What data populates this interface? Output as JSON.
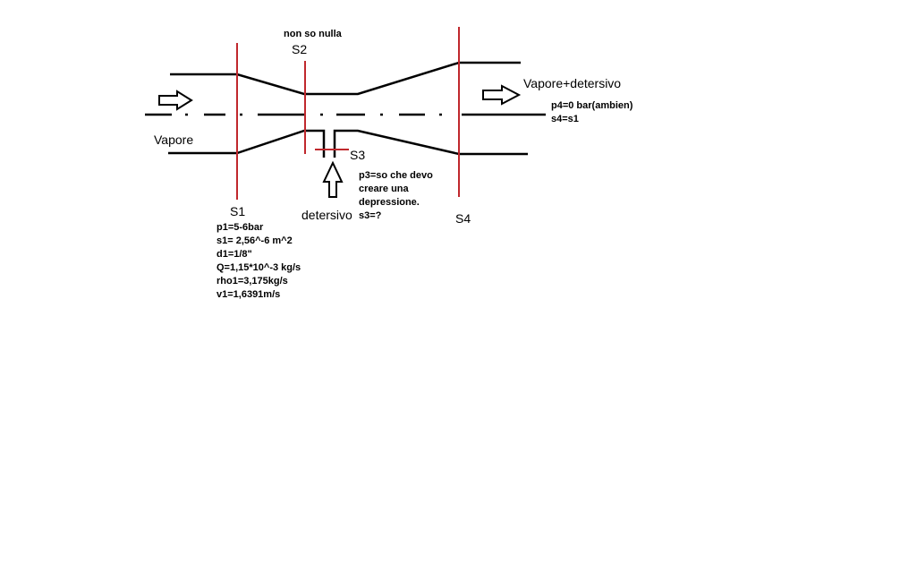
{
  "colors": {
    "section_line": "#c0282d",
    "pipe": "#000000",
    "background": "#ffffff"
  },
  "labels": {
    "top_note": "non so nulla",
    "s2": "S2",
    "s1": "S1",
    "s3": "S3",
    "s4": "S4",
    "inlet": "Vapore",
    "outlet": "Vapore+detersivo",
    "detergent": "detersivo"
  },
  "s1_notes": [
    "p1=5-6bar",
    "s1= 2,56^-6 m^2",
    "d1=1/8\""
  ],
  "flow_notes": [
    "Q=1,15*10^-3 kg/s",
    "rho1=3,175kg/s",
    "v1=1,6391m/s"
  ],
  "s3_notes": [
    "p3=so che devo",
    "creare una",
    "depressione.",
    "s3=?"
  ],
  "s4_notes": [
    "p4=0 bar(ambien)",
    "s4=s1"
  ],
  "icons": {
    "inlet_arrow": "right-arrow-icon",
    "outlet_arrow": "right-arrow-icon",
    "detergent_arrow": "up-arrow-icon"
  }
}
